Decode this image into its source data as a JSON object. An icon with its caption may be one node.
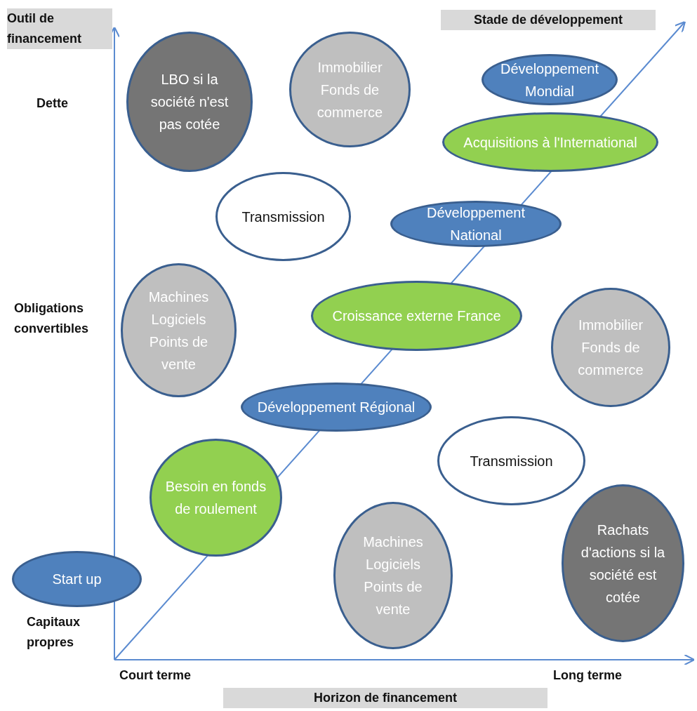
{
  "diagram": {
    "nodes": [
      {
        "text": [
          "LBO si la société n'est pas cotée"
        ]
      },
      {
        "text": [
          "Immobilier Fonds de commerce"
        ]
      },
      {
        "text": [
          "Développement Mondial"
        ]
      },
      {
        "text": [
          "Acquisitions à l'International"
        ]
      },
      {
        "text": [
          "Transmission"
        ]
      },
      {
        "text": [
          "Développement National"
        ]
      },
      {
        "text": [
          "Machines Logiciels Points de vente"
        ]
      },
      {
        "text": [
          "Croissance externe France"
        ]
      },
      {
        "text": [
          "Immobilier Fonds de commerce"
        ]
      },
      {
        "text": [
          "Développement Régional"
        ]
      },
      {
        "text": [
          "Transmission"
        ]
      },
      {
        "text": [
          "Besoin en fonds de roulement"
        ]
      },
      {
        "text": [
          "Machines Logiciels Points de vente"
        ]
      },
      {
        "text": [
          "Rachats d'actions si la société est cotée"
        ]
      },
      {
        "text": [
          "Start up"
        ]
      }
    ],
    "edges": [],
    "labels": [
      "Outil de financement",
      "Stade de développement",
      "Dette",
      "Obligations convertibles",
      "Capitaux propres",
      "Court terme",
      "Long terme",
      "Horizon de financement"
    ]
  }
}
